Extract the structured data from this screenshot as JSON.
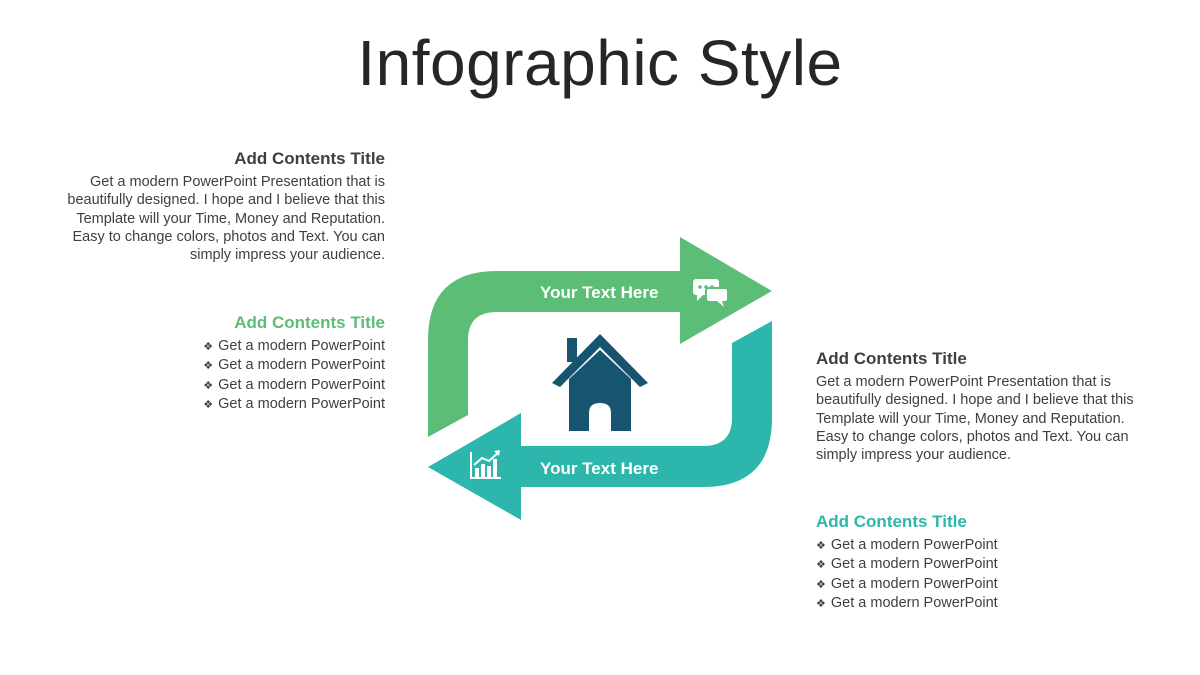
{
  "title": "Infographic Style",
  "colors": {
    "green": "#5bbd76",
    "teal": "#2cb6ac",
    "navy": "#16546f",
    "text": "#3f3f3f"
  },
  "left_top": {
    "title": "Add Contents Title",
    "body": "Get a modern PowerPoint  Presentation that is beautifully designed. I hope and I believe that this Template will your Time, Money and Reputation. Easy to change colors, photos and Text. You can simply impress your audience."
  },
  "left_bottom": {
    "title": "Add Contents Title",
    "bullets": [
      "Get a modern PowerPoint",
      "Get a modern PowerPoint",
      "Get a modern PowerPoint",
      "Get a modern PowerPoint"
    ]
  },
  "right_top": {
    "title": "Add Contents Title",
    "body": "Get a modern PowerPoint  Presentation that is beautifully designed. I hope and I believe that this Template will your Time, Money and Reputation. Easy to change colors, photos and Text. You can simply impress your audience."
  },
  "right_bottom": {
    "title": "Add Contents Title",
    "bullets": [
      "Get a modern PowerPoint",
      "Get a modern PowerPoint",
      "Get a modern PowerPoint",
      "Get a modern PowerPoint"
    ]
  },
  "diagram": {
    "top_arrow_label": "Your Text Here",
    "bottom_arrow_label": "Your Text Here",
    "top_arrow_icon": "chat-bubbles-icon",
    "bottom_arrow_icon": "growth-chart-icon",
    "center_icon": "house-icon"
  }
}
